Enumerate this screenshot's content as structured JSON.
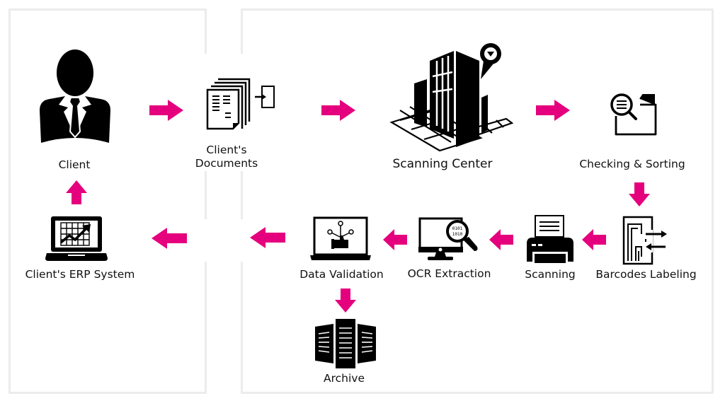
{
  "diagram": {
    "title": "Document scanning workflow",
    "accent_color": "#e5007d",
    "panels": [
      {
        "id": "client-side",
        "label": ""
      },
      {
        "id": "scanning-center-side",
        "label": ""
      }
    ],
    "nodes": [
      {
        "id": "client",
        "label": "Client",
        "icon": "businessman-icon"
      },
      {
        "id": "clients-documents",
        "label_line1": "Client's",
        "label_line2": "Documents",
        "icon": "documents-stack-icon"
      },
      {
        "id": "scanning-center",
        "label": "Scanning Center",
        "icon": "building-location-icon"
      },
      {
        "id": "checking-sorting",
        "label": "Checking & Sorting",
        "icon": "folder-search-icon"
      },
      {
        "id": "barcodes-labeling",
        "label": "Barcodes Labeling",
        "icon": "barcode-exchange-icon"
      },
      {
        "id": "scanning",
        "label": "Scanning",
        "icon": "printer-scanner-icon"
      },
      {
        "id": "ocr-extraction",
        "label": "OCR Extraction",
        "icon": "monitor-binary-search-icon"
      },
      {
        "id": "data-validation",
        "label": "Data Validation",
        "icon": "laptop-thumbs-up-icon"
      },
      {
        "id": "archive",
        "label": "Archive",
        "icon": "server-rack-icon"
      },
      {
        "id": "clients-erp-system",
        "label": "Client's ERP System",
        "icon": "laptop-chart-icon"
      }
    ],
    "edges": [
      {
        "from": "client",
        "to": "clients-documents",
        "direction": "right"
      },
      {
        "from": "clients-documents",
        "to": "scanning-center",
        "direction": "right"
      },
      {
        "from": "scanning-center",
        "to": "checking-sorting",
        "direction": "right"
      },
      {
        "from": "checking-sorting",
        "to": "barcodes-labeling",
        "direction": "down"
      },
      {
        "from": "barcodes-labeling",
        "to": "scanning",
        "direction": "left"
      },
      {
        "from": "scanning",
        "to": "ocr-extraction",
        "direction": "left"
      },
      {
        "from": "ocr-extraction",
        "to": "data-validation",
        "direction": "left"
      },
      {
        "from": "data-validation",
        "to": "archive",
        "direction": "down"
      },
      {
        "from": "data-validation",
        "to": "clients-erp-system",
        "direction": "left"
      },
      {
        "from": "clients-erp-system",
        "to": "client",
        "direction": "up"
      }
    ]
  },
  "labels": {
    "client": "Client",
    "clients_documents_1": "Client's",
    "clients_documents_2": "Documents",
    "scanning_center": "Scanning Center",
    "checking_sorting": "Checking & Sorting",
    "barcodes_labeling": "Barcodes Labeling",
    "scanning": "Scanning",
    "ocr_extraction": "OCR Extraction",
    "data_validation": "Data Validation",
    "archive": "Archive",
    "clients_erp_system": "Client's ERP System"
  }
}
